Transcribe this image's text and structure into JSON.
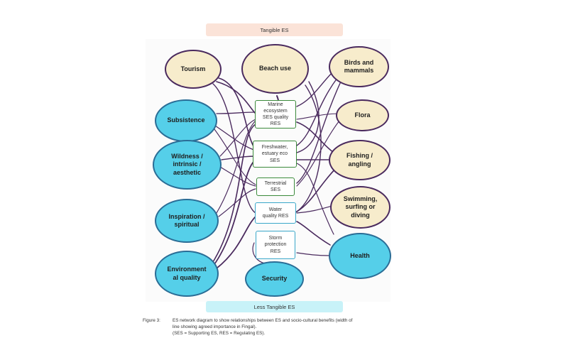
{
  "top_banner": "Tangible ES",
  "bottom_banner": "Less Tangible ES",
  "left_nodes": {
    "tourism": "Tourism",
    "subsistence": "Subsistence",
    "wildness": "Wildness /\nintrinsic /\naesthetic",
    "inspiration": "Inspiration /\nspiritual",
    "environment": "Environment\nal quality"
  },
  "center_nodes": {
    "beach_use": "Beach use",
    "security": "Security"
  },
  "right_nodes": {
    "birds": "Birds and\nmammals",
    "flora": "Flora",
    "fishing": "Fishing /\nangling",
    "swimming": "Swimming,\nsurfing or\ndiving",
    "health": "Health"
  },
  "boxes": {
    "marine": "Marine\necosystem\nSES quality\nRES",
    "freshwater": "Freshwater,\nestuary eco\nSES",
    "terrestrial": "Terrestrial\nSES",
    "water_quality": "Water\nquality RES",
    "storm": "Storm\nprotection\nRES"
  },
  "caption": {
    "label": "Figure 3:",
    "line1": "ES network diagram to show relationships between ES and socio-cultural benefits (width of",
    "line2": "line showing agreed importance in Fingal).",
    "line3": "(SES = Supporting ES, RES = Regulating ES)."
  },
  "colors": {
    "tangible": "#f7eccc",
    "less_tangible": "#55cfe9",
    "link": "#4a2a5e",
    "box_green": "#3b8a3b",
    "box_blue": "#3aa7c9"
  }
}
